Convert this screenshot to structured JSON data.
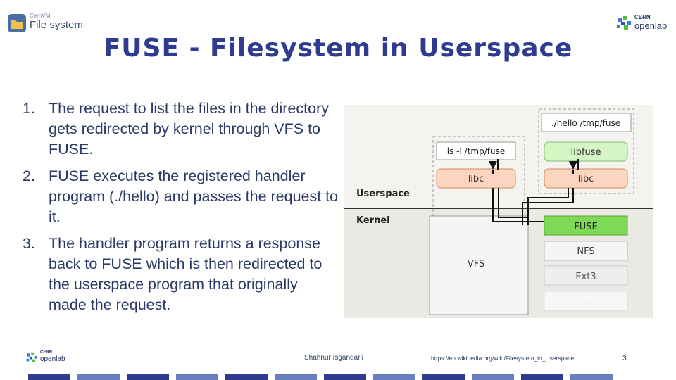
{
  "title": "FUSE - Filesystem in Userspace",
  "logo_cvmfs": {
    "line1": "CernVM",
    "line2": "File system"
  },
  "logo_openlab": {
    "line1": "CERN",
    "line2": "openlab"
  },
  "points": [
    {
      "num": "1.",
      "text": "The request to list the files in the directory gets redirected by kernel through VFS to FUSE."
    },
    {
      "num": "2.",
      "text": "FUSE executes the registered handler program (./hello) and passes the request to it."
    },
    {
      "num": "3.",
      "text": "The handler program returns a response back to FUSE which is then redirected to the userspace program that originally made the request."
    }
  ],
  "diagram": {
    "userspace_label": "Userspace",
    "kernel_label": "Kernel",
    "ls_cmd": "ls -l /tmp/fuse",
    "libc_left": "libc",
    "hello_cmd": "./hello /tmp/fuse",
    "libfuse": "libfuse",
    "libc_right": "libc",
    "vfs": "VFS",
    "fuse": "FUSE",
    "nfs": "NFS",
    "ext3": "Ext3",
    "more": "..."
  },
  "footer": {
    "author": "Shahnur Isgandarli",
    "source": "https://en.wikipedia.org/wiki/Filesystem_in_Userspace",
    "page": "3"
  },
  "colors": {
    "title": "#2e3b8f",
    "libc_fill": "#fbd5bf",
    "fuse_fill": "#7ed957",
    "libfuse_fill": "#d4f5c4"
  }
}
